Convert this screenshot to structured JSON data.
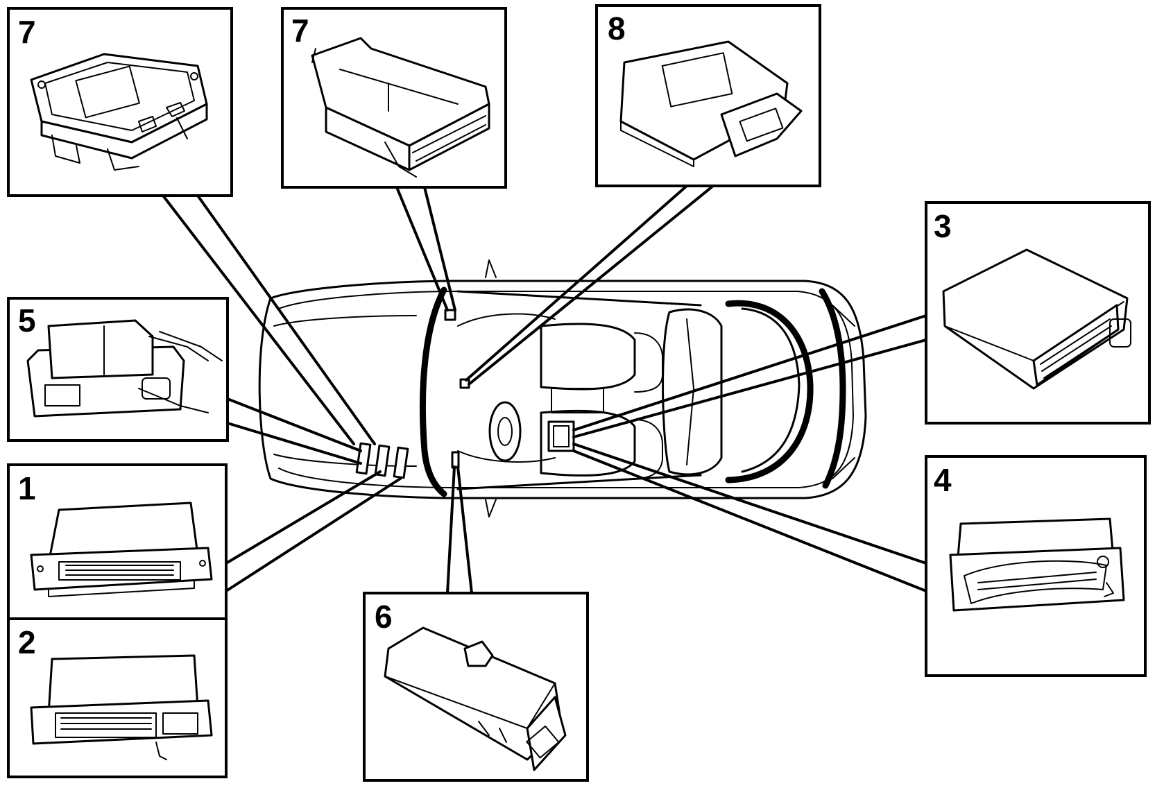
{
  "callouts": [
    {
      "id": "c7a",
      "label": "7"
    },
    {
      "id": "c7b",
      "label": "7"
    },
    {
      "id": "c8",
      "label": "8"
    },
    {
      "id": "c5",
      "label": "5"
    },
    {
      "id": "c3",
      "label": "3"
    },
    {
      "id": "c1",
      "label": "1"
    },
    {
      "id": "c2",
      "label": "2"
    },
    {
      "id": "c4",
      "label": "4"
    },
    {
      "id": "c6",
      "label": "6"
    }
  ]
}
